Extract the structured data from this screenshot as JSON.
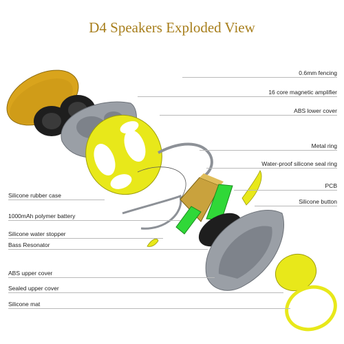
{
  "title": "D4 Speakers Exploded View",
  "labels_right": [
    "0.6mm fencing",
    "16 core magnetic amplifier",
    "ABS lower cover",
    "Metal ring",
    "Water-proof silicone seal ring",
    "PCB",
    "Silicone button"
  ],
  "labels_left": [
    "Silicone rubber case",
    "1000mAh polymer battery",
    "Silicone water stopper",
    "Bass Resonator",
    "ABS upper cover",
    "Sealed upper cover",
    "Silicone mat"
  ],
  "colors": {
    "title": "#a77e1b",
    "gold": "#d9a41c",
    "yellow": "#e8e81a",
    "green": "#30d838",
    "gray": "#9a9fa6",
    "black": "#1e1e1e"
  }
}
